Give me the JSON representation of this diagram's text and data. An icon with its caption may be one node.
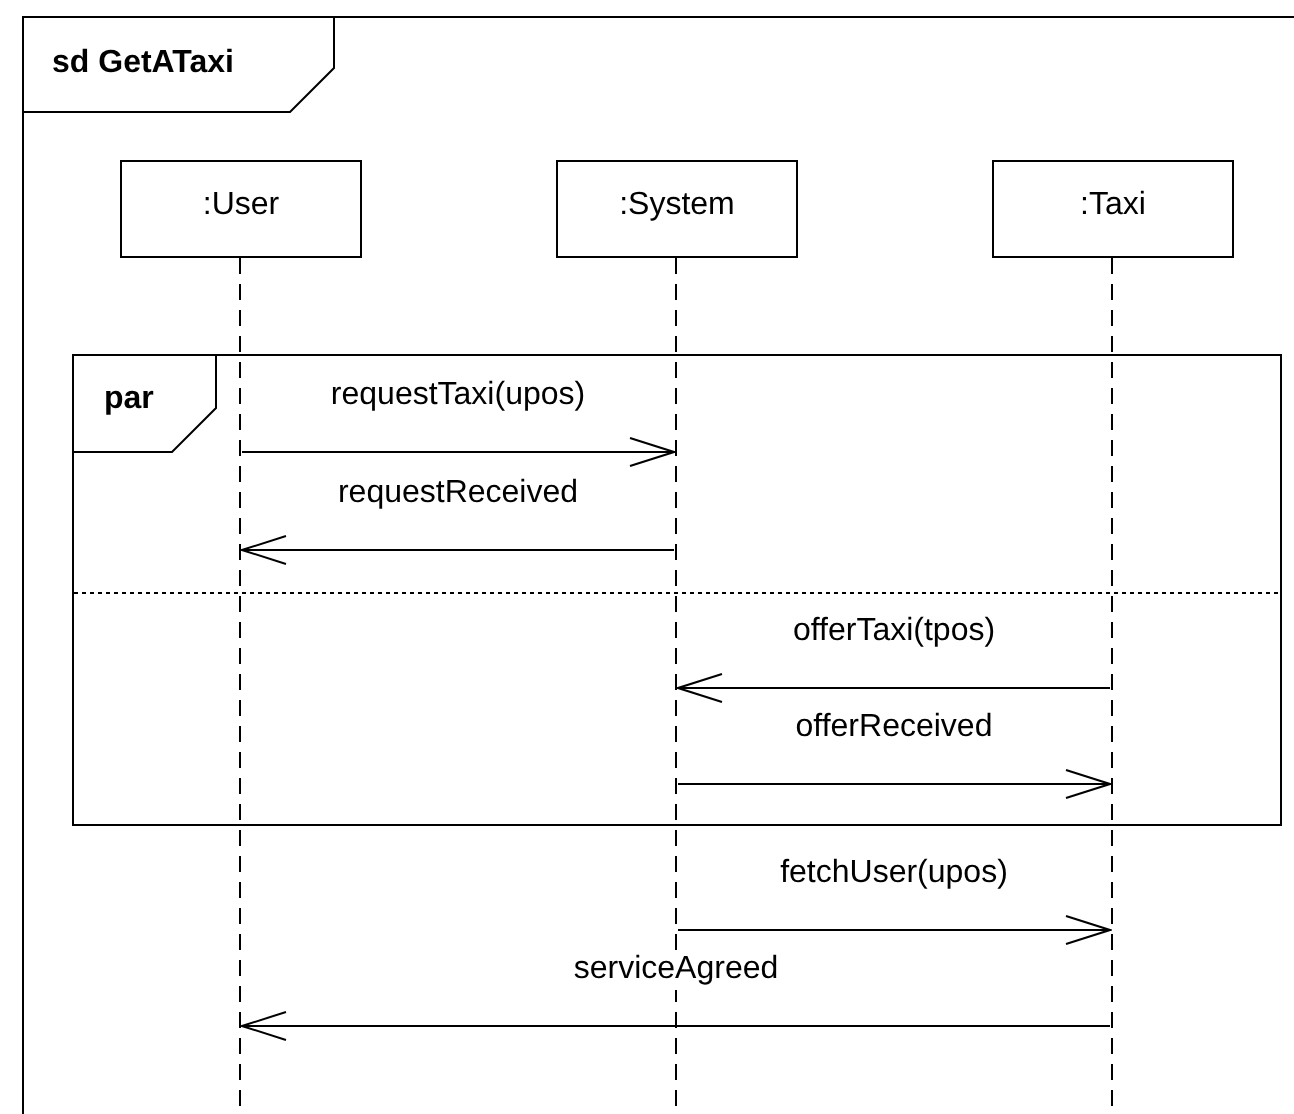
{
  "diagram": {
    "nodes": [
      {
        "text": [
          "sd GetATaxi"
        ]
      },
      {
        "text": [
          ":User"
        ],
        "in": 0
      },
      {
        "text": [
          ":System"
        ],
        "in": 0
      },
      {
        "text": [
          ":Taxi"
        ],
        "in": 0
      },
      {
        "text": [
          "par"
        ],
        "in": 0
      },
      {
        "text": [],
        "shape": "line",
        "in": 0
      },
      {
        "text": [],
        "shape": "line",
        "in": 0
      },
      {
        "text": [],
        "shape": "line",
        "in": 0
      }
    ],
    "edges": [
      {
        "from": 5,
        "to": 6,
        "arrow": "to",
        "label": "requestTaxi(upos)"
      },
      {
        "from": 6,
        "to": 5,
        "arrow": "to",
        "label": "requestReceived"
      },
      {
        "from": 7,
        "to": 6,
        "arrow": "to",
        "label": "offerTaxi(tpos)"
      },
      {
        "from": 6,
        "to": 7,
        "arrow": "to",
        "label": "offerReceived"
      },
      {
        "from": 6,
        "to": 7,
        "arrow": "to",
        "label": "fetchUser(upos)"
      },
      {
        "from": 7,
        "to": 5,
        "arrow": "to",
        "label": "serviceAgreed"
      }
    ]
  }
}
